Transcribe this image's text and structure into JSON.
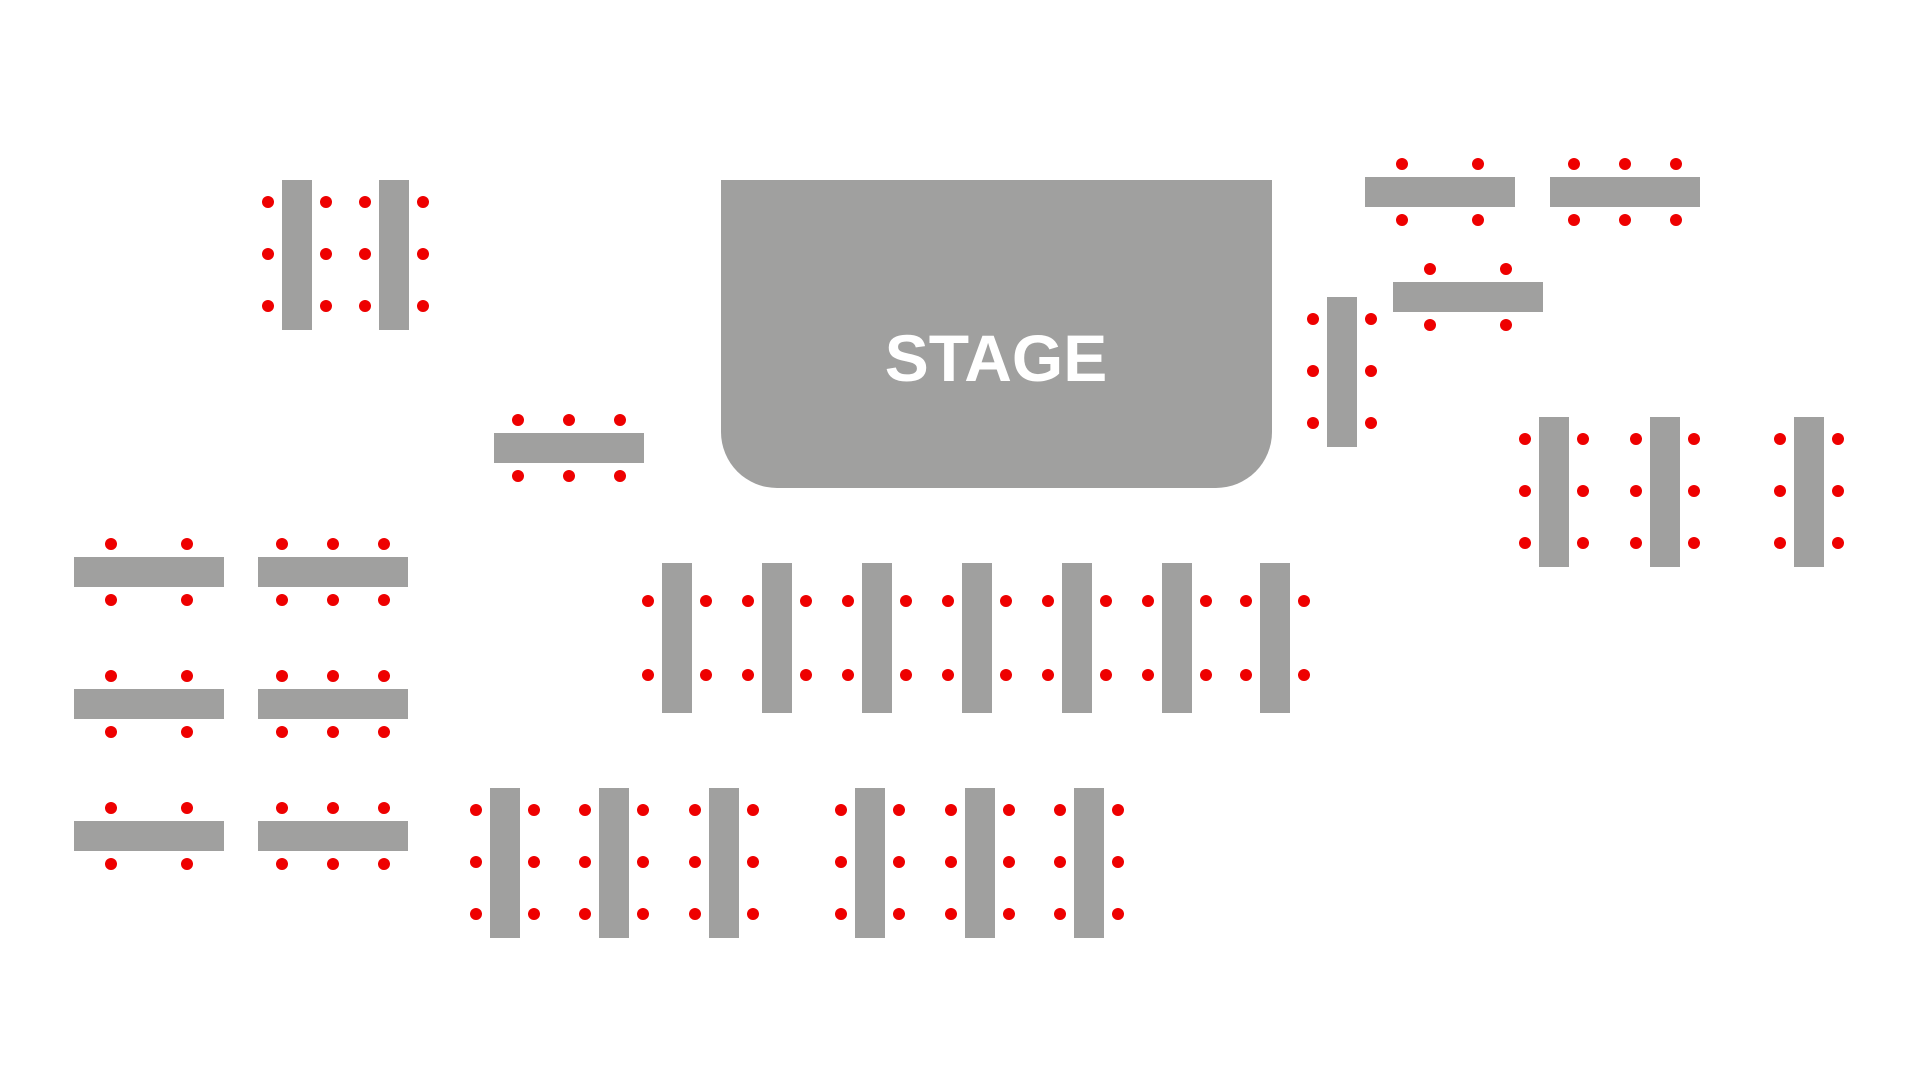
{
  "stage": {
    "label": "STAGE"
  },
  "table_groups": [
    {
      "id": "top-left-vertical-pair",
      "orientation": "vertical",
      "tables": 2,
      "seats_per_side": 3
    },
    {
      "id": "front-of-stage-table",
      "orientation": "horizontal",
      "tables": 1,
      "seats_per_side": 3
    },
    {
      "id": "left-horizontal-two-seat-column",
      "orientation": "horizontal",
      "tables": 3,
      "seats_per_side": 2
    },
    {
      "id": "left-horizontal-three-seat-column",
      "orientation": "horizontal",
      "tables": 3,
      "seats_per_side": 3
    },
    {
      "id": "center-vertical-row",
      "orientation": "vertical",
      "tables": 7,
      "seats_per_side": 2
    },
    {
      "id": "bottom-vertical-row-left",
      "orientation": "vertical",
      "tables": 3,
      "seats_per_side": 3
    },
    {
      "id": "bottom-vertical-row-right",
      "orientation": "vertical",
      "tables": 3,
      "seats_per_side": 3
    },
    {
      "id": "top-right-horizontal-two-seat",
      "orientation": "horizontal",
      "tables": 1,
      "seats_per_side": 2
    },
    {
      "id": "top-right-horizontal-three-seat",
      "orientation": "horizontal",
      "tables": 1,
      "seats_per_side": 3
    },
    {
      "id": "right-of-stage-horizontal",
      "orientation": "horizontal",
      "tables": 1,
      "seats_per_side": 2
    },
    {
      "id": "right-of-stage-vertical",
      "orientation": "vertical",
      "tables": 1,
      "seats_per_side": 3
    },
    {
      "id": "far-right-vertical-group",
      "orientation": "vertical",
      "tables": 3,
      "seats_per_side": 3
    }
  ],
  "colors": {
    "table": "#a0a09f",
    "stage": "#a0a09f",
    "seat": "#ee0000",
    "stage_label": "#ffffff",
    "background": "#ffffff"
  }
}
